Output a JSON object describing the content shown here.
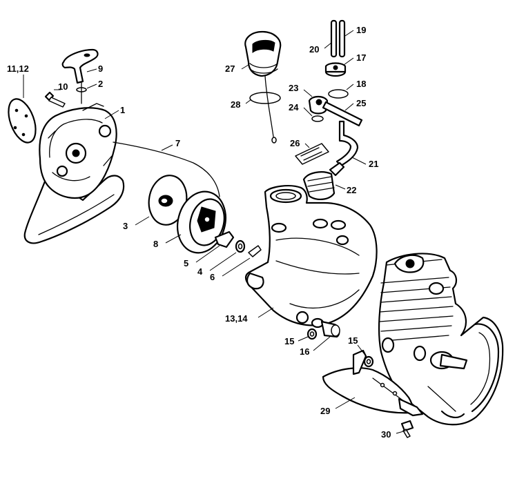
{
  "callouts": {
    "c1": "1",
    "c2": "2",
    "c3": "3",
    "c4": "4",
    "c5": "5",
    "c6": "6",
    "c7": "7",
    "c8": "8",
    "c9": "9",
    "c10": "10",
    "c11_12": "11,12",
    "c13_14": "13,14",
    "c15a": "15",
    "c15b": "15",
    "c16": "16",
    "c17": "17",
    "c18": "18",
    "c19": "19",
    "c20": "20",
    "c21": "21",
    "c22": "22",
    "c23": "23",
    "c24": "24",
    "c25": "25",
    "c26": "26",
    "c27": "27",
    "c28": "28",
    "c29": "29",
    "c30": "30"
  }
}
